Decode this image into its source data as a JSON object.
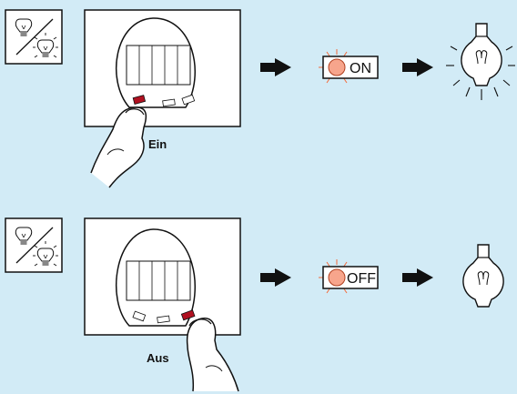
{
  "colors": {
    "background": "#d2ebf6",
    "indicator_orange": "#f7a58c",
    "glow_orange": "#f26a3a",
    "button_red": "#b01020",
    "ink": "#111111"
  },
  "icons": [
    "lamp-pair-icon",
    "motion-sensor-icon",
    "finger-press-icon",
    "double-arrow-icon",
    "light-bulb-icon"
  ],
  "panels": {
    "top": {
      "caption": "Ein",
      "state_text": "ON",
      "lamp_lit": true
    },
    "bottom": {
      "caption": "Aus",
      "state_text": "OFF",
      "lamp_lit": false
    }
  }
}
